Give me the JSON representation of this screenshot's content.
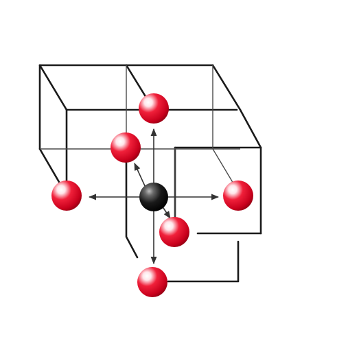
{
  "diagram": {
    "type": "crystal-lattice-coordination",
    "structure": "cubic-unit-cells",
    "central_atom": {
      "color": "#111111",
      "label": ""
    },
    "neighbor_atoms": {
      "count": 6,
      "color": "#e0102a",
      "label": ""
    },
    "arrows_from_center": 6,
    "colors": {
      "edges": "#1a1a1a",
      "arrows": "#333333",
      "background": "#ffffff",
      "neighbor_highlight": "#ffe6ea",
      "central_highlight": "#9a9a9a"
    }
  }
}
